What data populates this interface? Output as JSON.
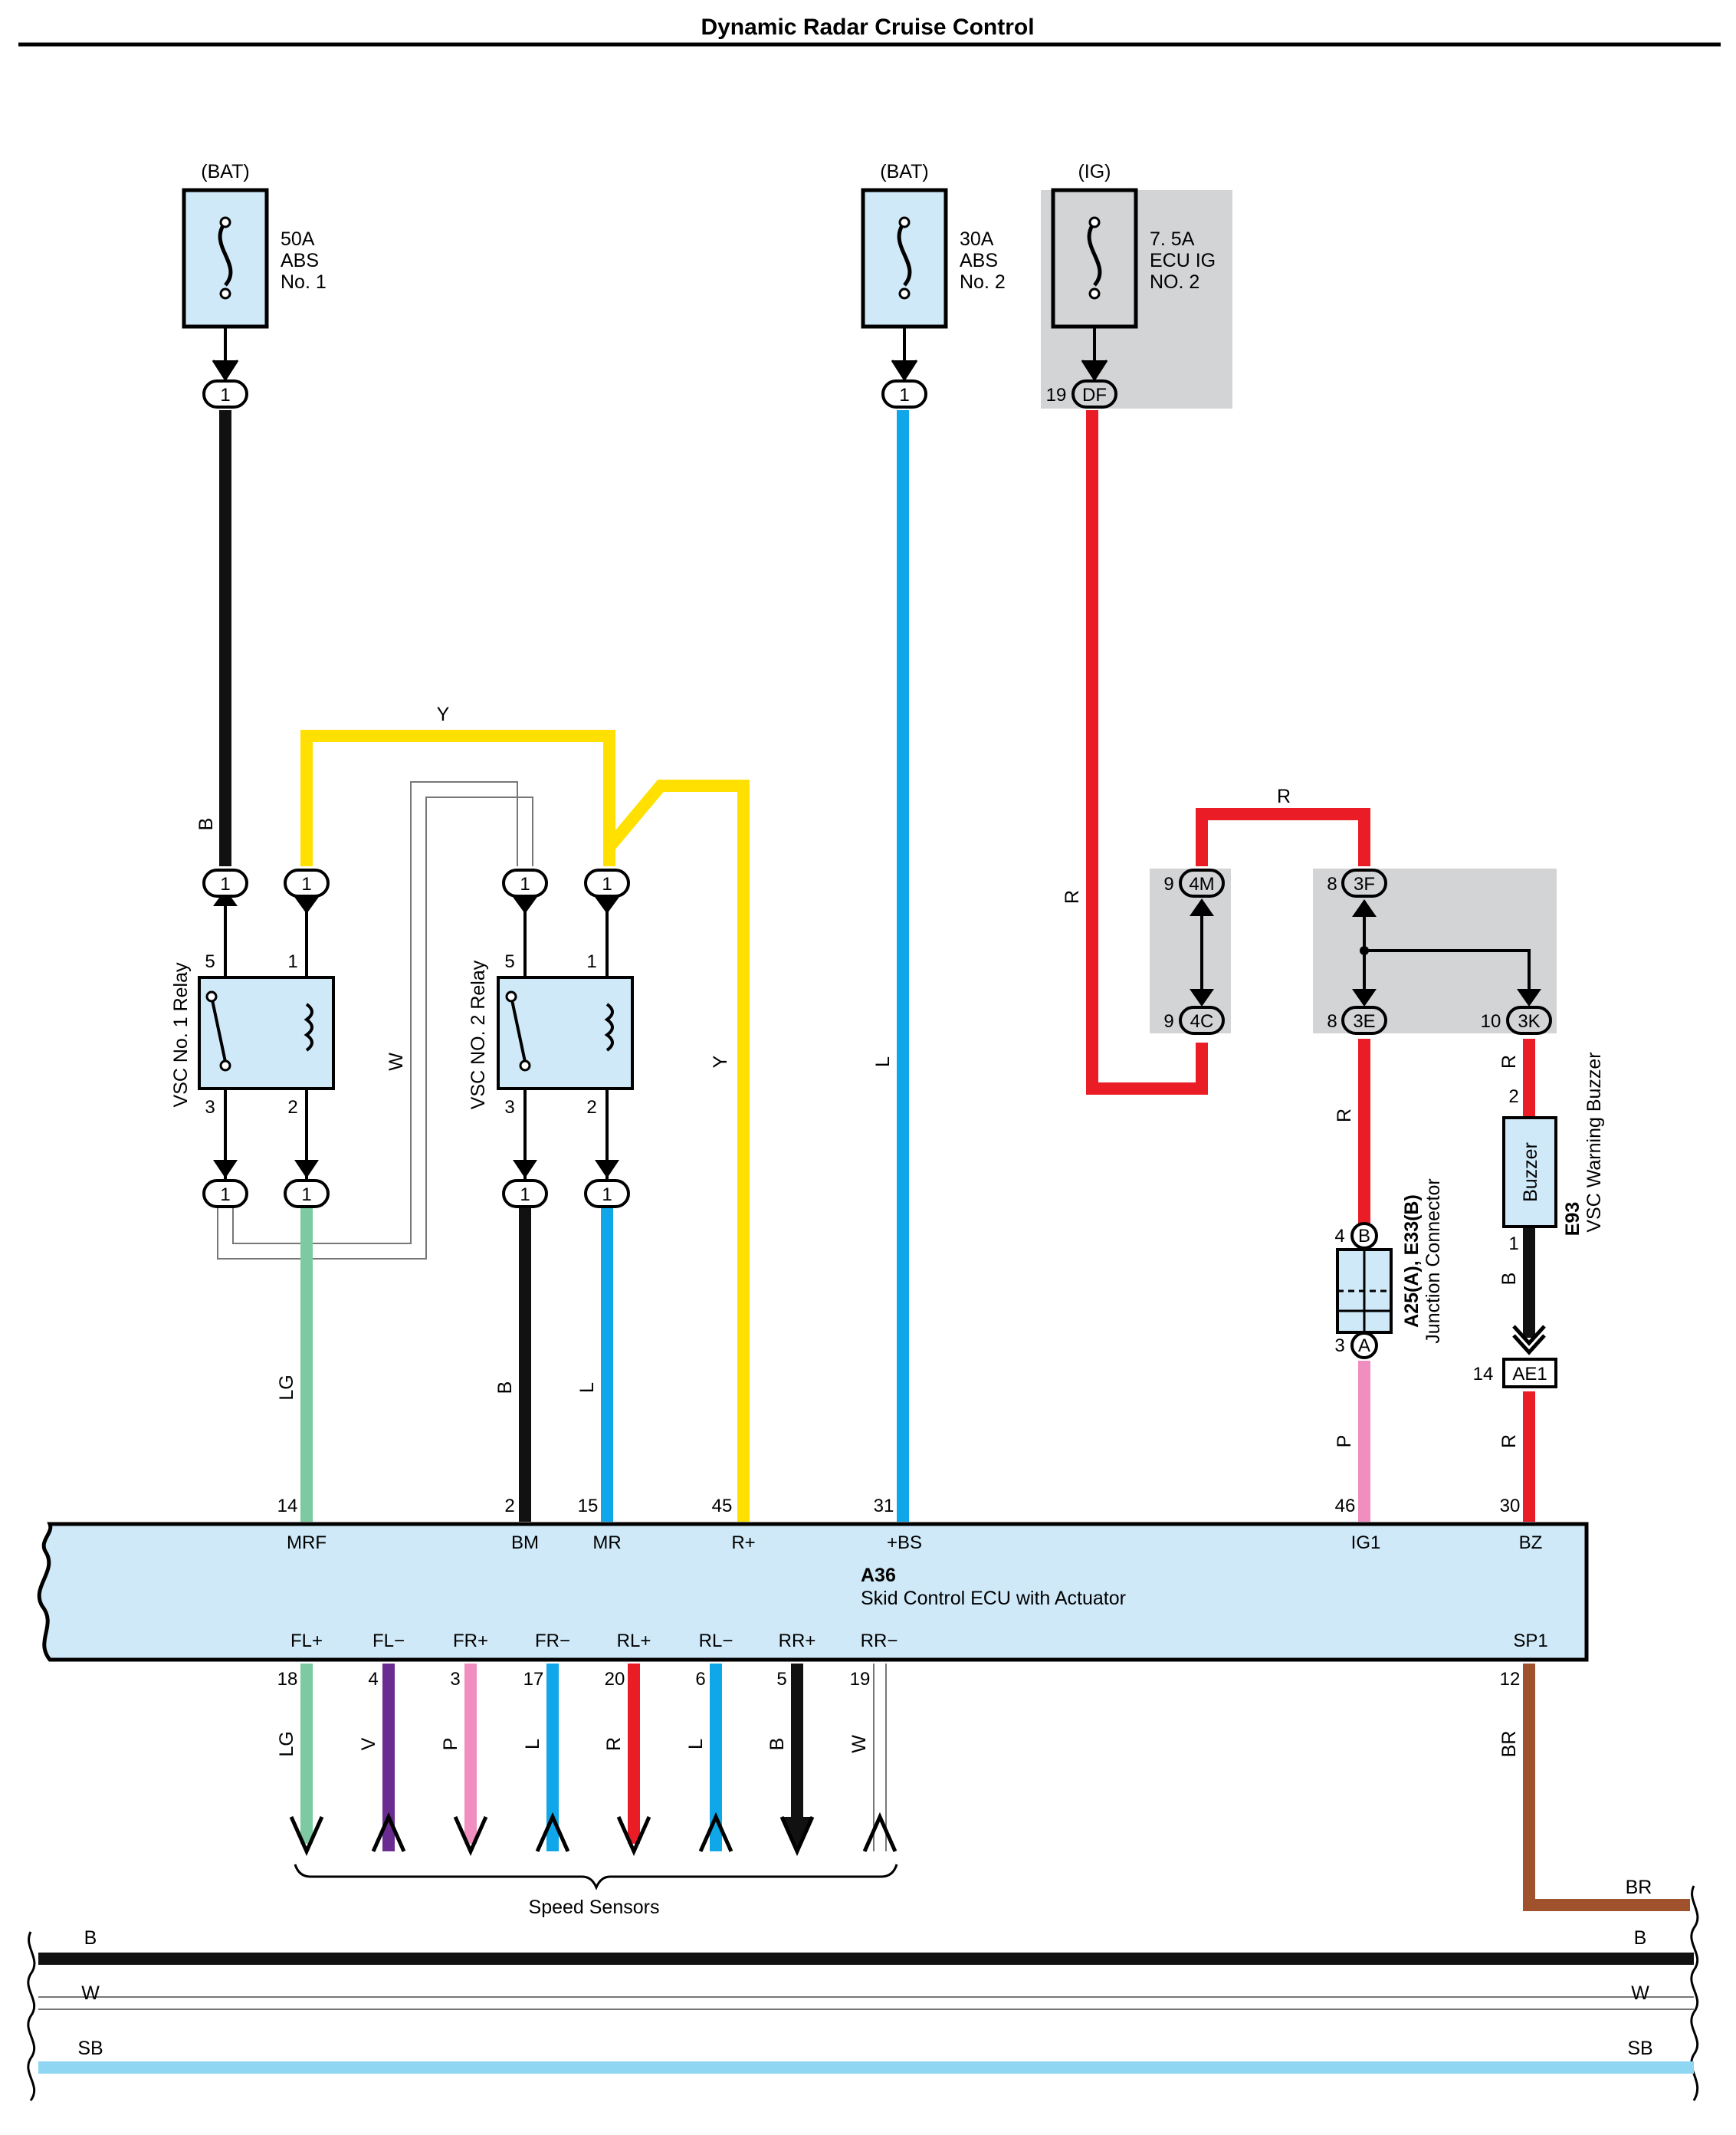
{
  "title": "Dynamic Radar Cruise Control",
  "fuses": [
    {
      "source": "(BAT)",
      "line1": "50A",
      "line2": "ABS",
      "line3": "No. 1",
      "pin": "1"
    },
    {
      "source": "(BAT)",
      "line1": "30A",
      "line2": "ABS",
      "line3": "No. 2",
      "pin": "1"
    },
    {
      "source": "(IG)",
      "line1": "7. 5A",
      "line2": "ECU IG",
      "line3": "NO. 2",
      "pin": "DF",
      "pin_num": "19"
    }
  ],
  "relays": [
    {
      "name": "VSC No. 1 Relay",
      "pins": {
        "p5": "5",
        "p1": "1",
        "p3": "3",
        "p2": "2"
      }
    },
    {
      "name": "VSC NO. 2 Relay",
      "pins": {
        "p5": "5",
        "p1": "1",
        "p3": "3",
        "p2": "2"
      }
    }
  ],
  "connector_pin": "1",
  "wire_codes": {
    "B": "B",
    "Y": "Y",
    "W": "W",
    "L": "L",
    "LG": "LG",
    "R": "R",
    "P": "P",
    "V": "V",
    "BR": "BR",
    "SB": "SB"
  },
  "junctions": {
    "j4": {
      "top": "4M",
      "bottom": "4C",
      "num": "9"
    },
    "j3": {
      "top": "3F",
      "top_num": "8",
      "mid": "3E",
      "mid_num": "8",
      "right": "3K",
      "right_num": "10"
    }
  },
  "junction_connector": {
    "name": "Junction Connector",
    "id": "A25(A), E33(B)",
    "pin_b": "B",
    "pin_b_num": "4",
    "pin_a": "A",
    "pin_a_num": "3"
  },
  "buzzer": {
    "label": "Buzzer",
    "id": "E93",
    "name": "VSC Warning Buzzer",
    "pin2": "2",
    "pin1": "1"
  },
  "ae1": {
    "label": "AE1",
    "num": "14"
  },
  "ecu": {
    "id": "A36",
    "name": "Skid Control ECU with Actuator",
    "top_terminals": [
      {
        "num": "14",
        "name": "MRF"
      },
      {
        "num": "2",
        "name": "BM"
      },
      {
        "num": "15",
        "name": "MR"
      },
      {
        "num": "45",
        "name": "R+"
      },
      {
        "num": "31",
        "name": "+BS"
      },
      {
        "num": "46",
        "name": "IG1"
      },
      {
        "num": "30",
        "name": "BZ"
      }
    ],
    "bottom_terminals": [
      {
        "num": "18",
        "name": "FL+",
        "wire": "LG"
      },
      {
        "num": "4",
        "name": "FL−",
        "wire": "V"
      },
      {
        "num": "3",
        "name": "FR+",
        "wire": "P"
      },
      {
        "num": "17",
        "name": "FR−",
        "wire": "L"
      },
      {
        "num": "20",
        "name": "RL+",
        "wire": "R"
      },
      {
        "num": "6",
        "name": "RL−",
        "wire": "L"
      },
      {
        "num": "5",
        "name": "RR+",
        "wire": "B"
      },
      {
        "num": "19",
        "name": "RR−",
        "wire": "W"
      },
      {
        "num": "12",
        "name": "SP1",
        "wire": "BR"
      }
    ]
  },
  "speed_sensors_label": "Speed Sensors",
  "bus_lines": [
    "B",
    "W",
    "SB"
  ],
  "colors": {
    "B": "#111111",
    "Y": "#ffe000",
    "L": "#10a6ea",
    "LG": "#7dc9a0",
    "R": "#ea1c26",
    "P": "#ef8ebf",
    "V": "#6a2c91",
    "BR": "#a0522d",
    "SB": "#8fd6f2",
    "W": "#ffffff",
    "box_fill": "#cfe9f8",
    "junction_gray": "#d3d4d6"
  }
}
